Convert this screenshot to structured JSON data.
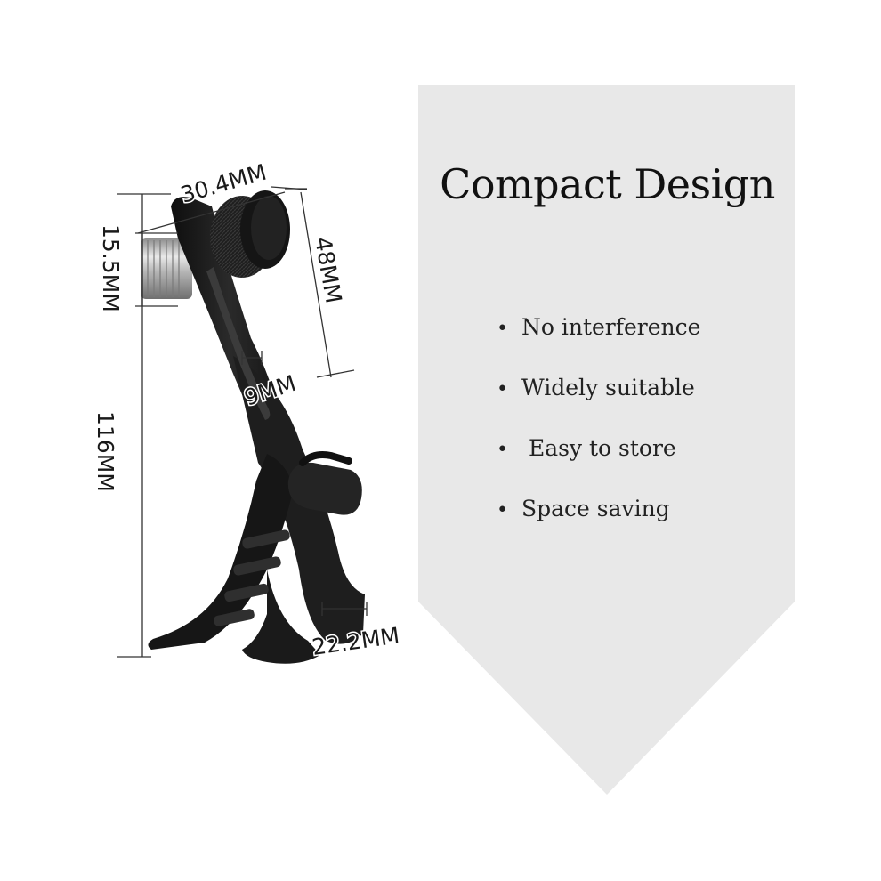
{
  "headline": "Compact Design",
  "features": [
    {
      "bullet": "•",
      "text": "No interference"
    },
    {
      "bullet": "•",
      "text": "Widely suitable"
    },
    {
      "bullet": "•",
      "text": " Easy to store"
    },
    {
      "bullet": "•",
      "text": "Space saving"
    }
  ],
  "dimensions": {
    "width_top": "30.4MM",
    "thread_height": "15.5MM",
    "knob_span": "48MM",
    "slot_width": "9MM",
    "total_height": "116MM",
    "jaw_opening": "22.2MM"
  },
  "colors": {
    "panel": "#e8e8e8",
    "clip_body": "#1c1c1c",
    "thread_metal": "#c8c8c8"
  },
  "icons": {
    "product": "drum-mic-clip-image"
  }
}
